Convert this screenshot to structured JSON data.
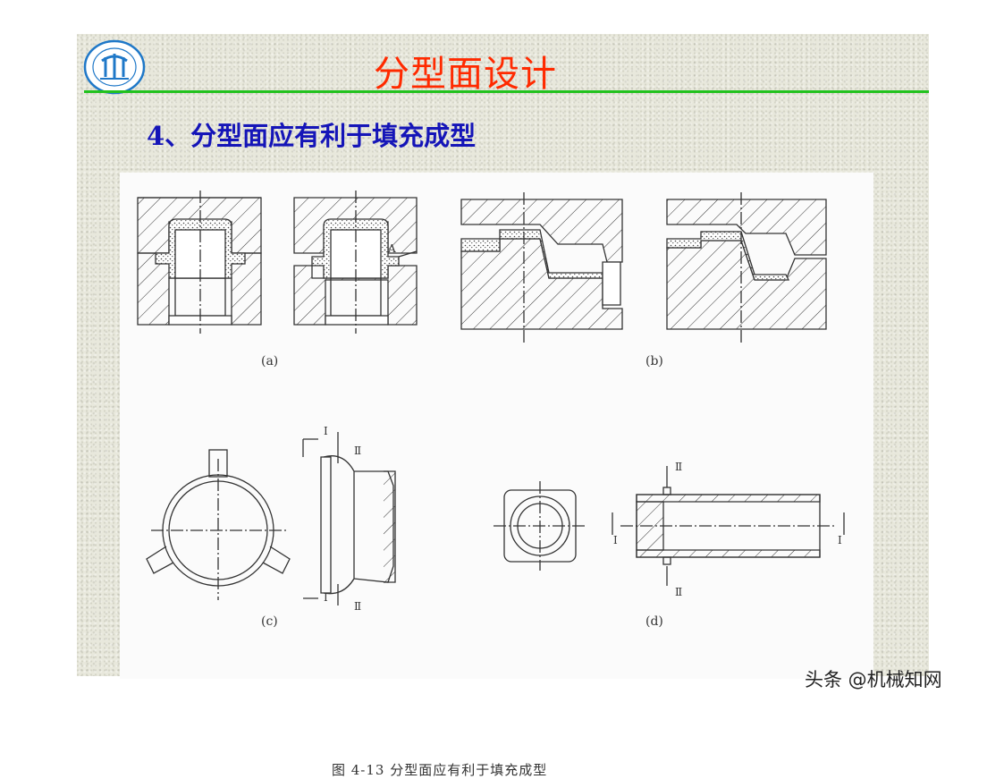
{
  "slide": {
    "title": "分型面设计",
    "subtitle": "4、分型面应有利于填充成型",
    "accent_color": "#ff2a00",
    "subtitle_color": "#1515b8",
    "rule_color": "#22c21e"
  },
  "logo": {
    "icon": "university-seal-icon"
  },
  "figure": {
    "labels": {
      "a": "(a)",
      "b": "(b)",
      "c": "(c)",
      "d": "(d)"
    },
    "marks": {
      "A": "A",
      "I": "I",
      "II": "Ⅱ"
    },
    "caption": "图 4-13    分型面应有利于填充成型"
  },
  "watermark": "头条 @机械知网"
}
